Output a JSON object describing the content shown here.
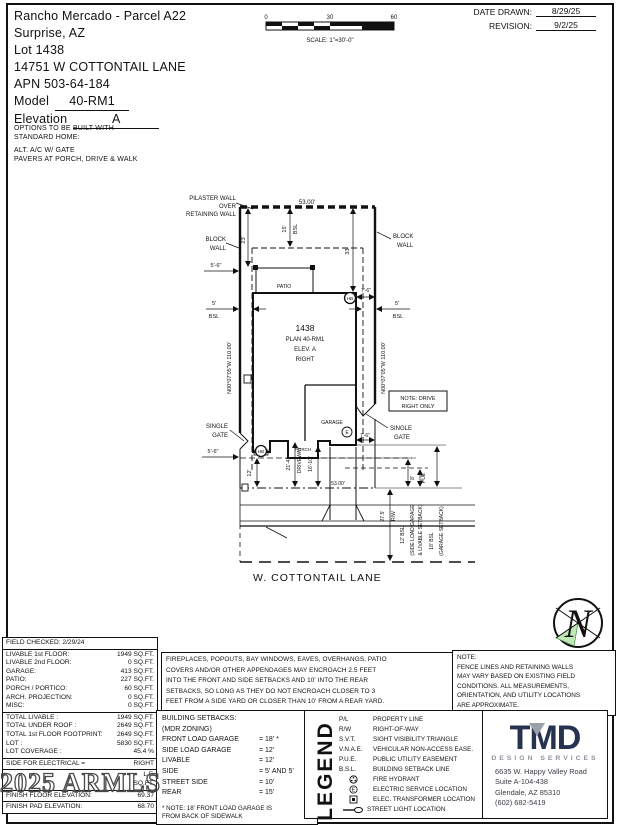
{
  "header": {
    "project": "Rancho Mercado - Parcel A22",
    "city": "Surprise, AZ",
    "lot": "Lot  1438",
    "address": "14751 W COTTONTAIL LANE",
    "apn": "APN  503-64-184",
    "model_label": "Model",
    "model_value": "40-RM1",
    "elevation_label": "Elevation",
    "elevation_value": "A"
  },
  "scale_bar": {
    "tick_0": "0",
    "tick_30": "30",
    "tick_60": "60",
    "scale_text": "SCALE:  1\"=30'-0\""
  },
  "dates": {
    "date_drawn_label": "DATE DRAWN:",
    "date_drawn": "8/29/25",
    "revision_label": "REVISION:",
    "revision": "9/2/25"
  },
  "options": {
    "lines": [
      "OPTIONS TO BE BUILT WITH",
      "STANDARD HOME:",
      "ALT. A/C W/ GATE",
      "PAVERS AT PORCH, DRIVE & WALK"
    ]
  },
  "plan": {
    "dim_53_top": "53.00'",
    "dim_53_bottom": "53.00'",
    "pilaster_1": "PILASTER WALL",
    "pilaster_2": "OVER",
    "pilaster_3": "RETAINING WALL",
    "block_1": "BLOCK",
    "block_2": "WALL",
    "dim_23": "23'",
    "dim_15": "15'",
    "bsl": "BSL",
    "dim_33": "33'",
    "dim_5_6": "5'-6\"",
    "patio": "PATIO",
    "dim_7_6": "7'-6\"",
    "dim_5": "5'",
    "bearing": "N00°07'05\"W 110.00'",
    "lot_number": "1438",
    "plan_name": "PLAN 40-RM1",
    "elevation": "ELEV. A",
    "hand": "RIGHT",
    "hb": "HB",
    "e": "E",
    "garage": "GARAGE",
    "porch": "PORCH",
    "drive_note_1": "NOTE: DRIVE",
    "drive_note_2": "RIGHT ONLY",
    "single": "SINGLE",
    "gate": "GATE",
    "dim_12": "12'",
    "dim_21_4": "21'-4\"",
    "driveway": "DRIVEWAY",
    "dim_16_10": "16'-10\"",
    "dim_8": "8'",
    "pue": "PUE",
    "dim_27_5": "27.5'",
    "rw": "R/W",
    "bsl_12": "12' BSL",
    "bsl_12_note_1": "(SIDE LOAD GARAGE",
    "bsl_12_note_2": "& LIVABLE SETBACK)",
    "bsl_18": "18' BSL",
    "bsl_18_note": "(GARAGE SETBACK)",
    "street": "W. COTTONTAIL LANE"
  },
  "field_checked": "FIELD CHECKED: 2/29/24",
  "area_table": {
    "rows": [
      {
        "label": "LIVABLE 1st FLOOR:",
        "value": "1949 SQ.FT."
      },
      {
        "label": "LIVABLE 2nd FLOOR:",
        "value": "0 SQ.FT."
      },
      {
        "label": "GARAGE:",
        "value": "413 SQ.FT."
      },
      {
        "label": "PATIO:",
        "value": "227 SQ.FT."
      },
      {
        "label": "PORCH / PORTICO:",
        "value": "60 SQ.FT."
      },
      {
        "label": "ARCH. PROJECTION:",
        "value": "0 SQ.FT."
      },
      {
        "label": "MISC:",
        "value": "0 SQ.FT."
      }
    ]
  },
  "totals_table": {
    "rows": [
      {
        "label": "TOTAL LIVABLE :",
        "value": "1949 SQ.FT."
      },
      {
        "label": "TOTAL UNDER ROOF :",
        "value": "2649 SQ.FT."
      },
      {
        "label": "TOTAL 1st FLOOR FOOTPRINT:",
        "value": "2649 SQ.FT."
      },
      {
        "label": "LOT :",
        "value": "5830 SQ.FT."
      },
      {
        "label": "LOT COVERAGE :",
        "value": "45.4 %"
      }
    ]
  },
  "electrical_row": {
    "label": "SIDE FOR ELECTRICAL =",
    "value": "RIGHT"
  },
  "obscured_rows": [
    {
      "label": "",
      "value": "L.F."
    },
    {
      "label": "",
      "value": "SQ.FT."
    }
  ],
  "watermark": "2025 ARMLS",
  "finish_rows": [
    {
      "label": "FINISH FLOOR ELEVATION:",
      "value": "69.37"
    },
    {
      "label": "FINISH PAD ELEVATION:",
      "value": "68.70"
    }
  ],
  "encroachment_note": {
    "lines": [
      "FIREPLACES, POPOUTS, BAY WINDOWS, EAVES, OVERHANGS, PATIO",
      "COVERS AND/OR OTHER APPENDAGES MAY ENCROACH 2.5 FEET",
      "INTO THE FRONT AND SIDE SETBACKS AND 10' INTO THE REAR",
      "SETBACKS, SO LONG AS THEY DO NOT ENCROACH CLOSER TO 3",
      "FEET FROM A SIDE YARD OR CLOSER THAN 10' FROM A REAR YARD."
    ]
  },
  "field_note": {
    "lines": [
      "NOTE:",
      "FENCE LINES AND RETAINING WALLS",
      "MAY VARY BASED ON EXISTING FIELD",
      "CONDITIONS.  ALL MEASUREMENTS,",
      "ORIENTATION, AND UTILITY LOCATIONS",
      "ARE APPROXIMATE."
    ]
  },
  "setbacks": {
    "title_1": "BUILDING SETBACKS:",
    "title_2": "(MDR ZONING)",
    "rows": [
      {
        "label": "FRONT LOAD GARAGE",
        "value": "= 18' *"
      },
      {
        "label": "SIDE LOAD GARAGE",
        "value": "= 12'"
      },
      {
        "label": "LIVABLE",
        "value": "= 12'"
      },
      {
        "label": "SIDE",
        "value": "= 5' AND 5'"
      },
      {
        "label": "STREET SIDE",
        "value": "= 10'"
      },
      {
        "label": "REAR",
        "value": "= 15'"
      }
    ],
    "note_1": "* NOTE: 18' FRONT LOAD GARAGE IS",
    "note_2": "FROM BACK OF SIDEWALK"
  },
  "legend": {
    "title": "LEGEND",
    "entries": [
      {
        "abbr": "P/L",
        "desc": "PROPERTY LINE"
      },
      {
        "abbr": "R/W",
        "desc": "RIGHT-OF-WAY"
      },
      {
        "abbr": "S.V.T.",
        "desc": "SIGHT VISIBILITY TRIANGLE"
      },
      {
        "abbr": "V.N.A.E.",
        "desc": "VEHICULAR NON-ACCESS EASE."
      },
      {
        "abbr": "P.U.E.",
        "desc": "PUBLIC UTILITY EASEMENT"
      },
      {
        "abbr": "B.S.L.",
        "desc": "BUILDING SETBACK LINE"
      },
      {
        "abbr": "",
        "desc": "FIRE HYDRANT"
      },
      {
        "abbr": "E",
        "desc": "ELECTRIC SERVICE LOCATION"
      },
      {
        "abbr": "",
        "desc": "ELEC. TRANSFORMER LOCATION"
      },
      {
        "abbr": "",
        "desc": "STREET LIGHT LOCATION"
      }
    ]
  },
  "firm": {
    "logo": "TMD",
    "tagline": "DESIGN SERVICES",
    "address_1": "6635 W. Happy Valley Road",
    "address_2": "Suite A-104-438",
    "address_3": "Glendale, AZ 85310",
    "phone": "(602) 682-5419"
  },
  "colors": {
    "ink": "#111111",
    "logo_navy": "#27324e",
    "logo_gray": "#9aa1ab",
    "north_green": "#bfe8b6"
  }
}
